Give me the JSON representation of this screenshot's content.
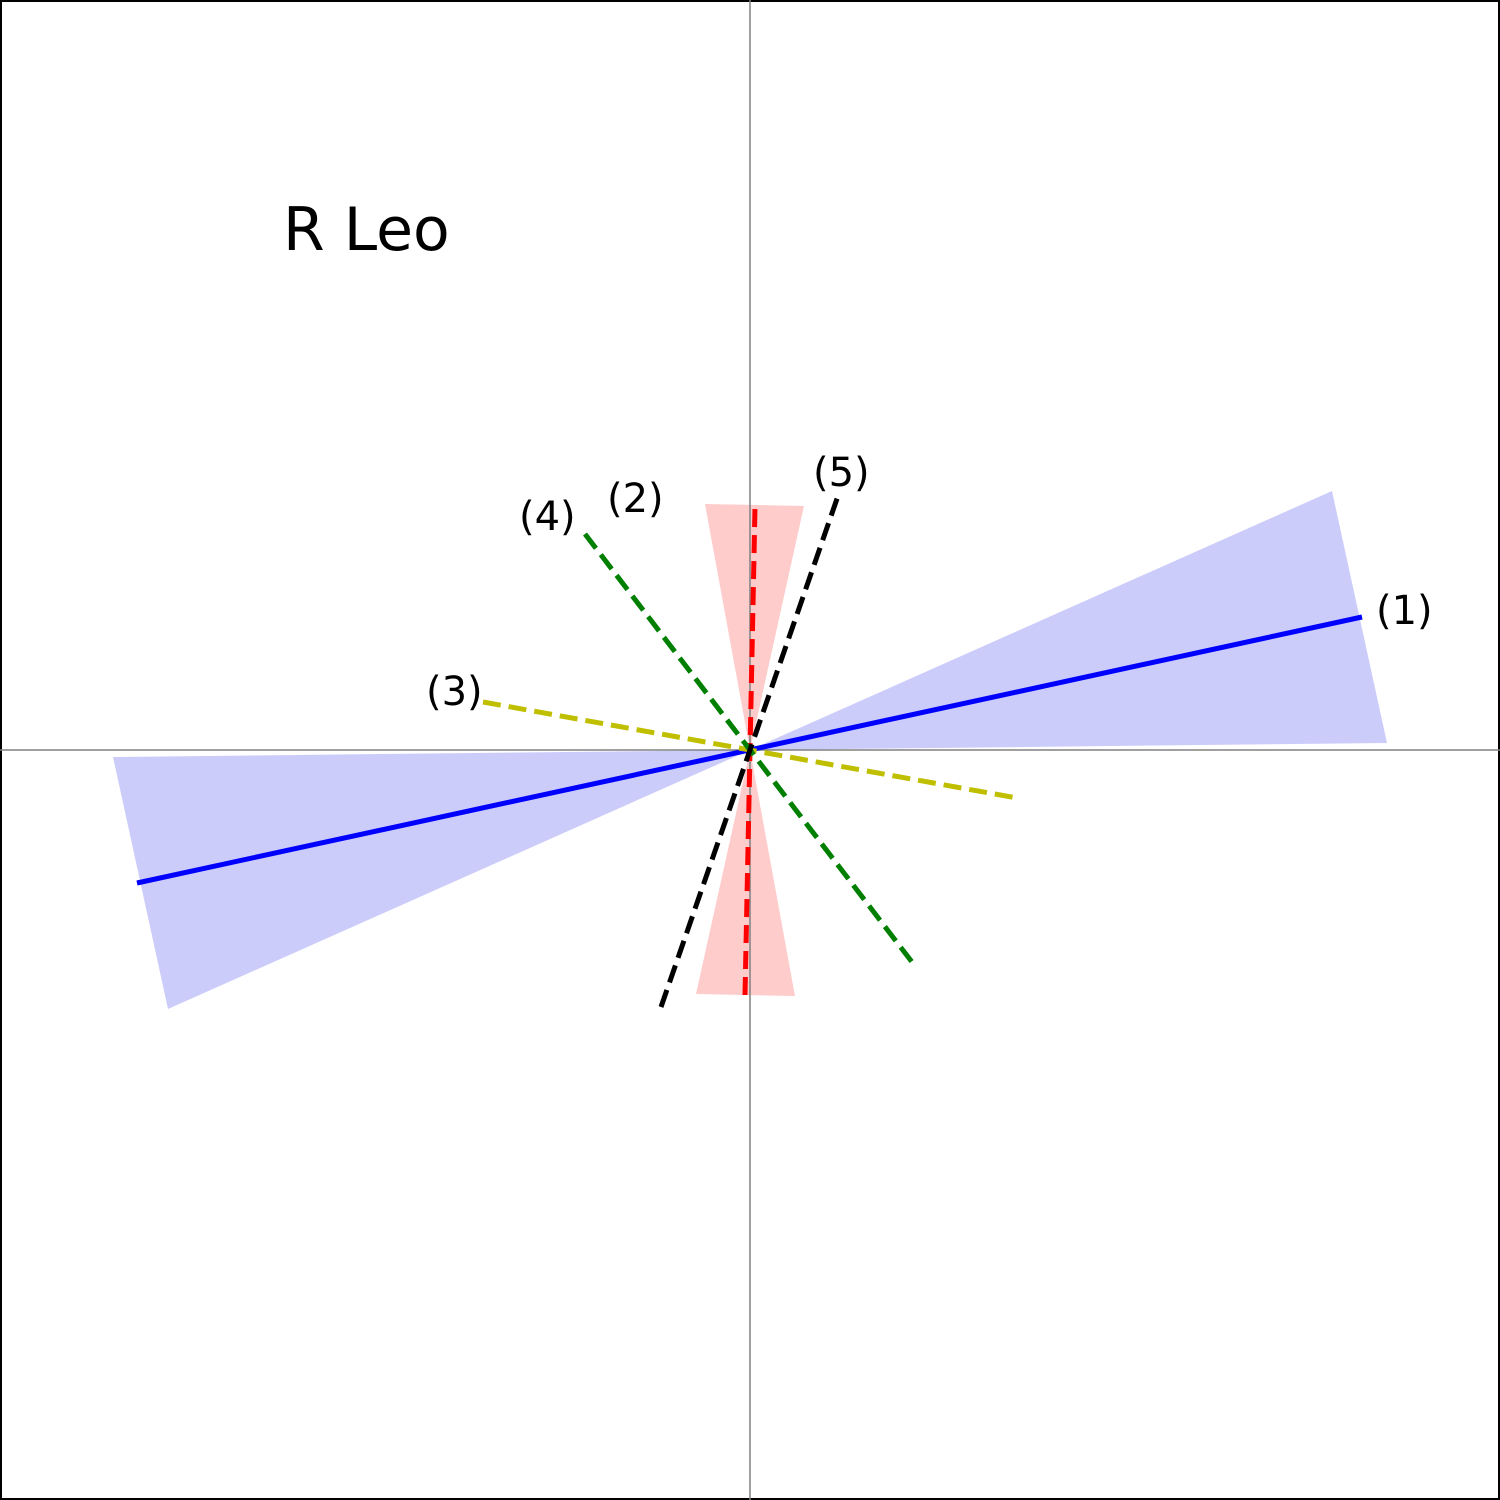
{
  "title": "R Leo",
  "lines": [
    {
      "label": "(1)",
      "angle_deg": 77,
      "cone_half_width_deg": 13,
      "color": "#0000ff",
      "cone_color": "#ccccfb",
      "dashed": false
    },
    {
      "label": "(2)",
      "angle_deg": -1,
      "cone_half_width_deg": 11,
      "color": "#ff0000",
      "cone_color": "#ffcccc",
      "dashed": true
    },
    {
      "label": "(3)",
      "angle_deg": -81,
      "color": "#bfbf00",
      "dashed": true
    },
    {
      "label": "(4)",
      "angle_deg": -37,
      "color": "#007f00",
      "dashed": true
    },
    {
      "label": "(5)",
      "angle_deg": 19,
      "color": "#000000",
      "dashed": true
    }
  ],
  "frame_color": "#000000",
  "axis_color": "#808080"
}
